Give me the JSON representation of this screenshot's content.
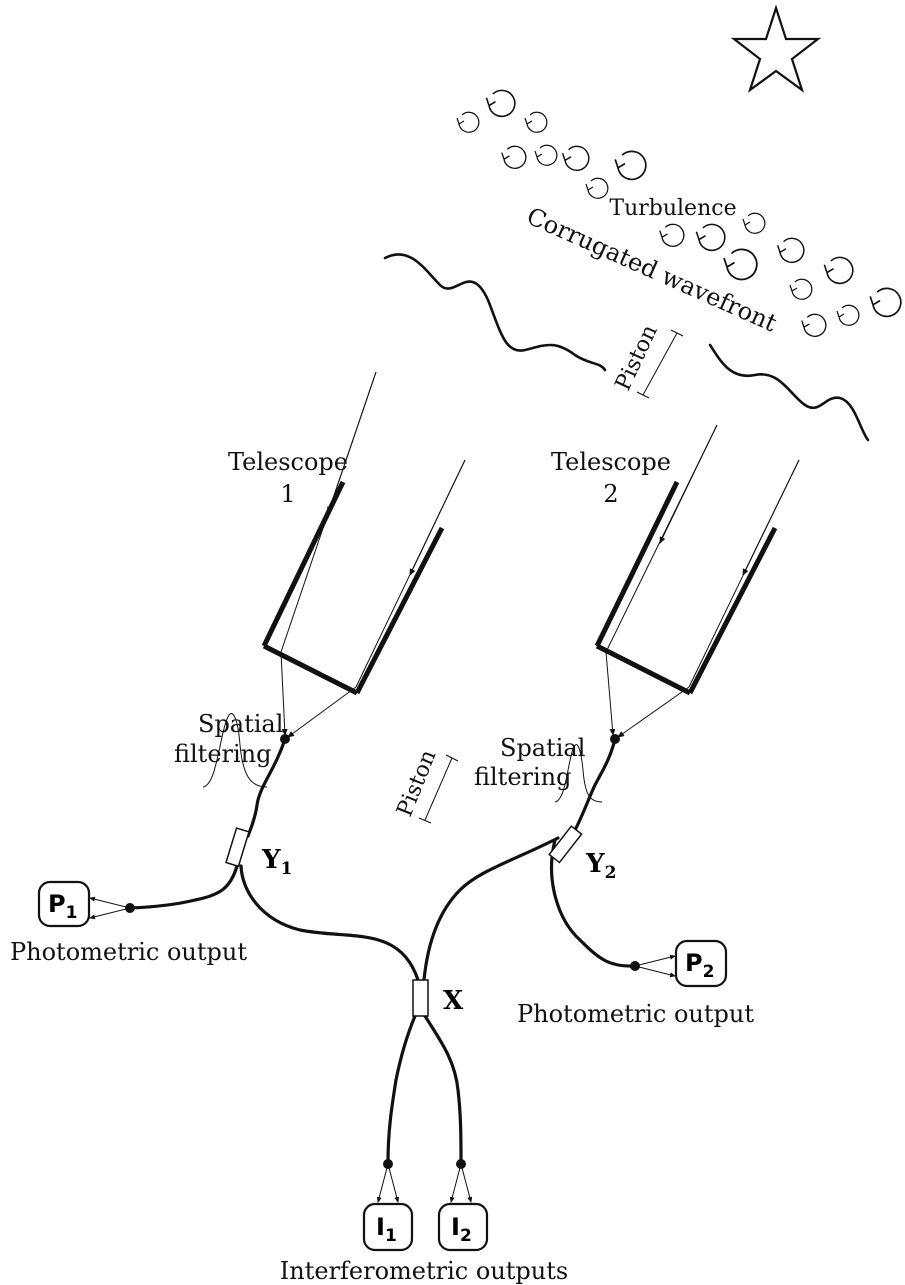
{
  "labels": {
    "turbulence": "Turbulence",
    "wavefront": "Corrugated wavefront",
    "piston_upper": "Piston",
    "piston_lower": "Piston",
    "telescope1_name": "Telescope",
    "telescope1_num": "1",
    "telescope2_name": "Telescope",
    "telescope2_num": "2",
    "spatial1_line1": "Spatial",
    "spatial1_line2": "filtering",
    "spatial2_line1": "Spatial",
    "spatial2_line2": "filtering",
    "y1_main": "Y",
    "y1_sub": "1",
    "y2_main": "Y",
    "y2_sub": "2",
    "x_coupler": "X",
    "p1_main": "P",
    "p1_sub": "1",
    "p2_main": "P",
    "p2_sub": "2",
    "i1_main": "I",
    "i1_sub": "1",
    "i2_main": "I",
    "i2_sub": "2",
    "photometric1": "Photometric output",
    "photometric2": "Photometric output",
    "interferometric": "Interferometric outputs"
  },
  "icons": {
    "star": "star-icon",
    "eddy": "turbulence-eddy-icon"
  },
  "colors": {
    "ink": "#111111",
    "background": "#ffffff"
  }
}
